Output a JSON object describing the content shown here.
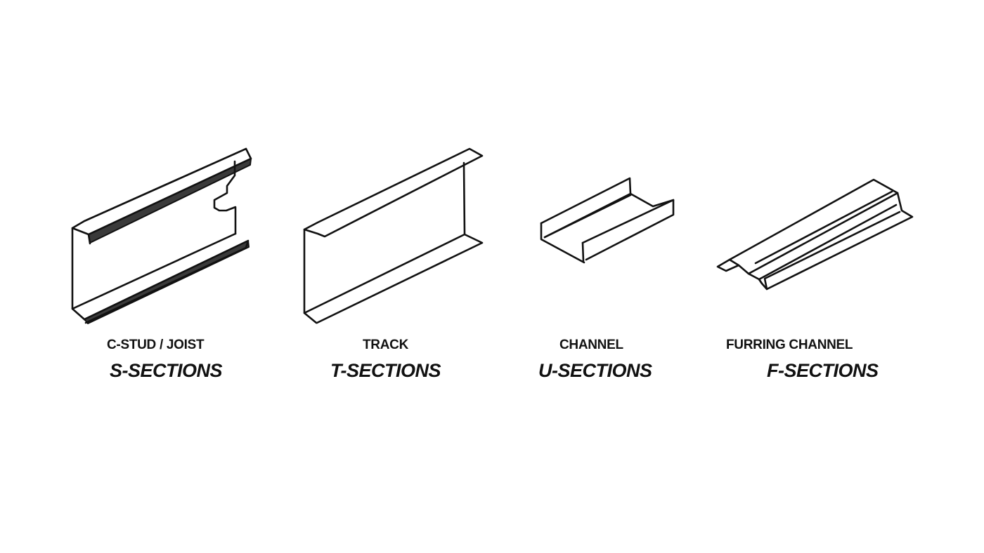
{
  "diagram": {
    "background": "#ffffff",
    "line_color": "#111111",
    "profiles": [
      {
        "id": "c-stud",
        "name": "C-STUD / JOIST",
        "section": "S-SECTIONS",
        "name_pos": [
          152,
          481
        ],
        "section_pos": [
          156,
          513
        ],
        "paths": [
          "M103,325 L103,440 L120,455",
          "M103,325 L120,315 L350,212 L357,226 L126,334 L103,325",
          "M120,315 L350,212",
          "M126,334 L128,347",
          "M120,455 L353,343 L350,353 L122,460",
          "M103,440 L335,333",
          "M335,333 L335,295 L322,300 L312,300 L305,296 L305,285 L323,275 L323,265 L334,250 L334,230"
        ],
        "lips": [
          "M126,334 L357,226 L356,235 L128,346 Z",
          "M120,455 L353,343 L354,352 L125,461 Z"
        ]
      },
      {
        "id": "track",
        "name": "TRACK",
        "section": "T-SECTIONS",
        "name_pos": [
          516,
          481
        ],
        "section_pos": [
          470,
          513
        ],
        "paths": [
          "M433,327 L433,446 L450,460",
          "M433,327 L452,317 L668,212 L686,222 L462,337 L452,333 L433,327",
          "M660,232 L661,334",
          "M433,446 L661,334 L686,346 L451,460"
        ],
        "lips": []
      },
      {
        "id": "channel",
        "name": "CHANNEL",
        "section": "U-SECTIONS",
        "name_pos": [
          796,
          481
        ],
        "section_pos": [
          766,
          513
        ],
        "paths": [
          "M770,318 L770,341 L831,374",
          "M770,318 L896,254 L897,276 L775,338",
          "M897,276 L929,294 L958,285 L958,306 L834,370",
          "M829,346 L830,372",
          "M829,346 L958,285",
          "M775,338 L897,278"
        ],
        "lips": []
      },
      {
        "id": "furring",
        "name": "FURRING CHANNEL",
        "section": "F-SECTIONS",
        "name_pos": [
          1033,
          481
        ],
        "section_pos": [
          1091,
          513
        ],
        "paths": [
          "M1021,380 L1038,370 L1051,378 L1033,386 Z",
          "M1038,370 L1243,256 L1277,275 L1065,390 L1051,378",
          "M1065,390 L1080,398 L1084,404",
          "M1075,375 L1269,273",
          "M1277,275 L1283,300 L1298,309 L1091,412 L1084,404 L1080,398",
          "M1091,412 L1088,397 L1280,302",
          "M1080,398 L1275,292"
        ],
        "lips": []
      }
    ]
  }
}
